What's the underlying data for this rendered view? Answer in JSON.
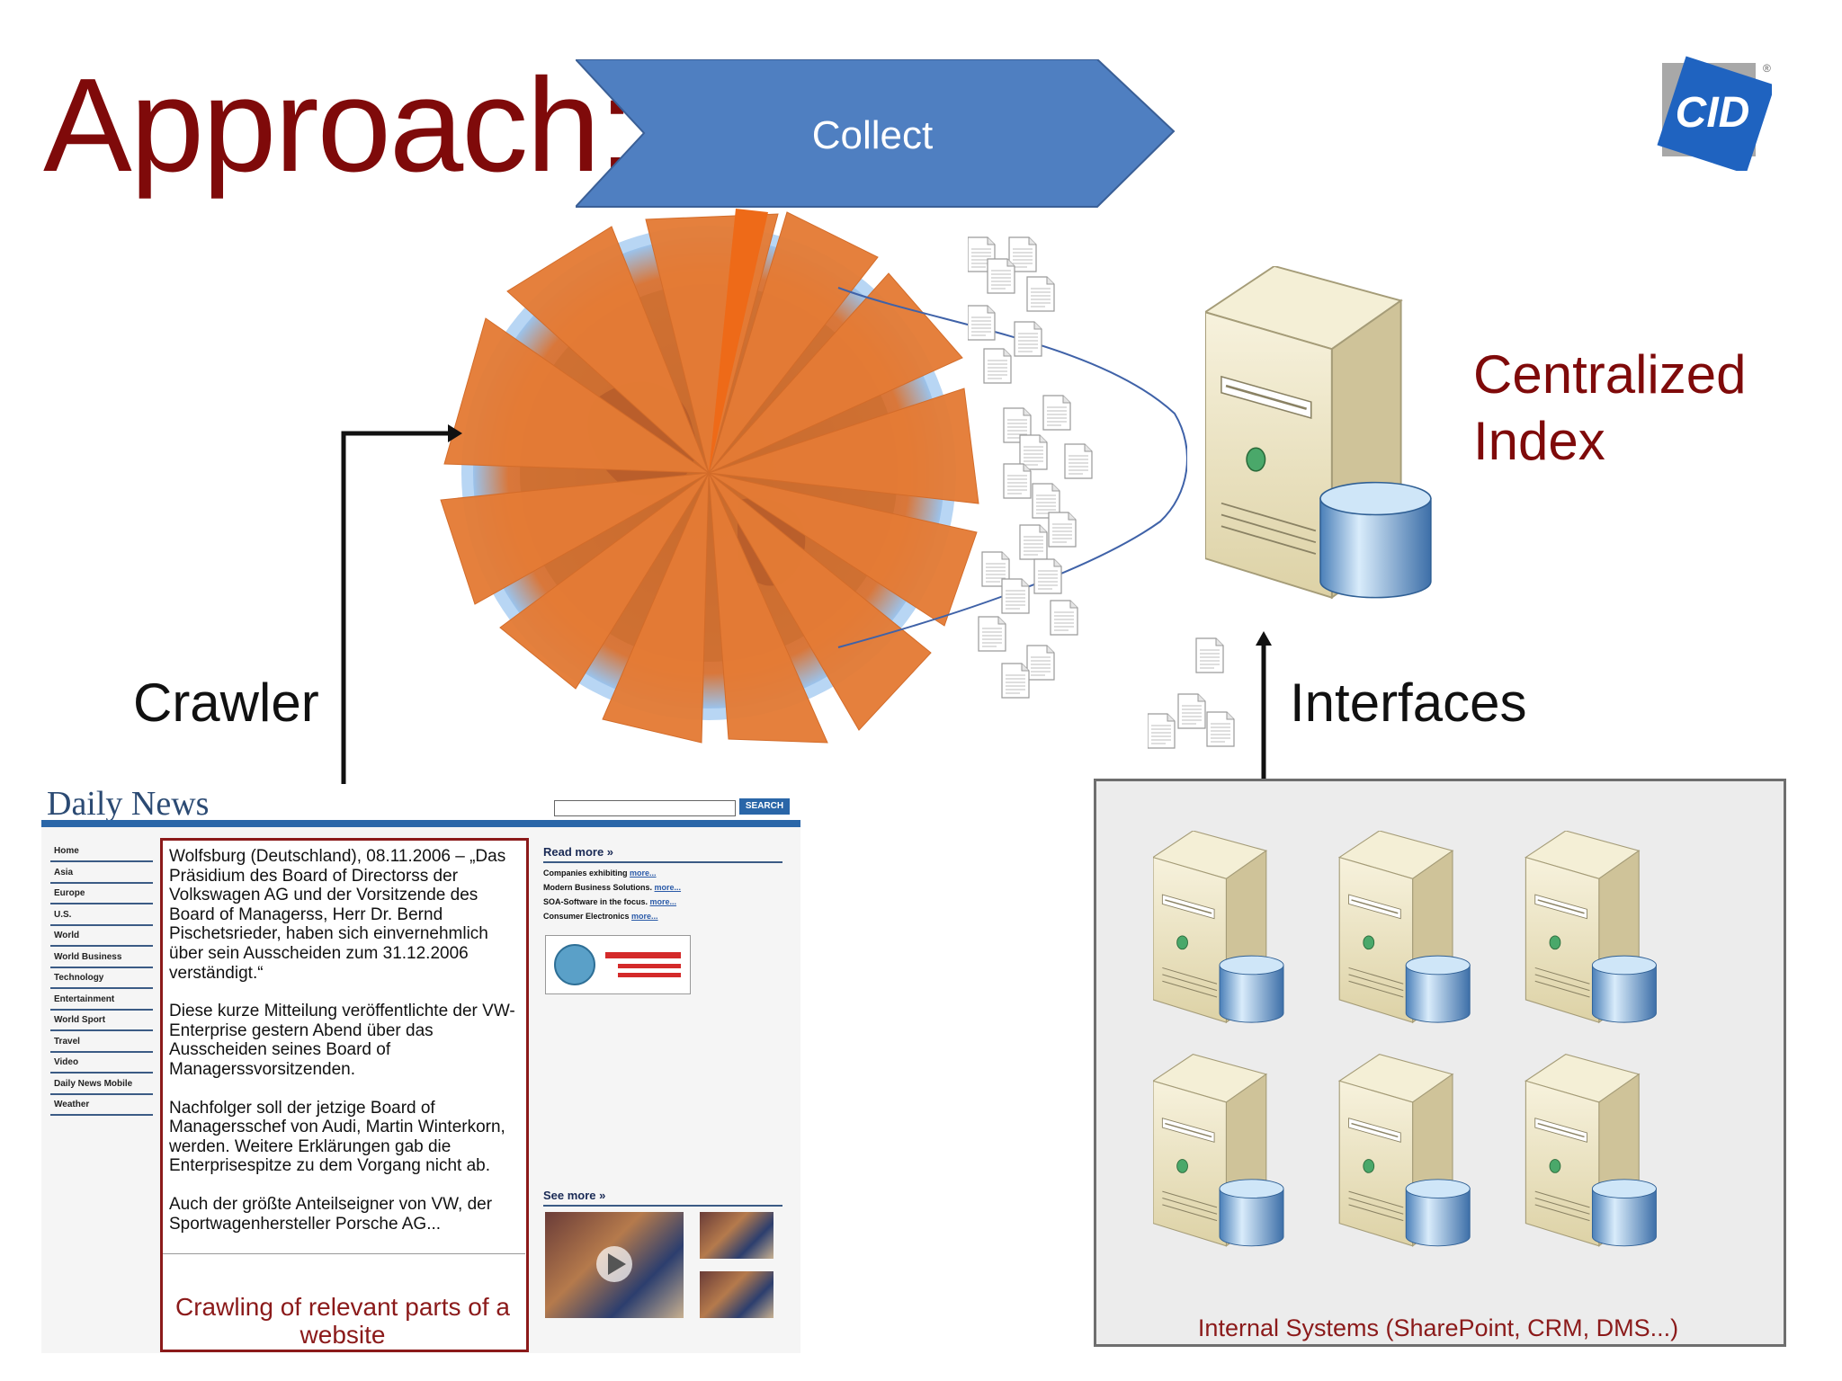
{
  "title": "Approach:",
  "banner": {
    "label": "Collect",
    "color": "#4f7fc1"
  },
  "logo": {
    "text": "CID",
    "mark": "®"
  },
  "labels": {
    "centralized_index": [
      "Centralized",
      "Index"
    ],
    "crawler": "Crawler",
    "interfaces": "Interfaces"
  },
  "website": {
    "logo": "Daily News",
    "search_button": "SEARCH",
    "nav": [
      "Home",
      "Asia",
      "Europe",
      "U.S.",
      "World",
      "World Business",
      "Technology",
      "Entertainment",
      "World Sport",
      "Travel",
      "Video",
      "Daily News Mobile",
      "Weather"
    ],
    "article_paragraphs": [
      "Wolfsburg (Deutschland), 08.11.2006 – „Das Präsidium des Board of Directorss der Volkswagen AG und der Vorsitzende des Board of Managerss, Herr Dr. Bernd Pischetsrieder, haben sich einvernehmlich über sein Ausscheiden zum 31.12.2006 verständigt.“",
      "Diese kurze Mitteilung veröffentlichte der VW-Enterprise gestern Abend über das Ausscheiden seines Board of Managerssvorsitzenden.",
      "Nachfolger soll der jetzige Board of Managersschef von Audi, Martin Winterkorn, werden. Weitere Erklärungen gab die Enterprisespitze zu dem Vorgang nicht ab.",
      "Auch der größte Anteilseigner von VW, der Sportwagenhersteller Porsche AG..."
    ],
    "read_more": {
      "heading": "Read more »",
      "items": [
        {
          "text": "Companies exhibiting",
          "link": "more..."
        },
        {
          "text": "Modern Business Solutions.",
          "link": "more..."
        },
        {
          "text": "SOA-Software in the focus.",
          "link": "more..."
        },
        {
          "text": "Consumer Electronics",
          "link": "more..."
        }
      ]
    },
    "see_more": "See more »",
    "caption": "Crawling of relevant parts of a website"
  },
  "internal_systems": {
    "label": "Internal Systems (SharePoint, CRM, DMS...)"
  },
  "colors": {
    "dark_red": "#7f0a0a",
    "orange": "#e2782f",
    "blue": "#4f7fc1",
    "server_beige": "#e6dcb0"
  }
}
